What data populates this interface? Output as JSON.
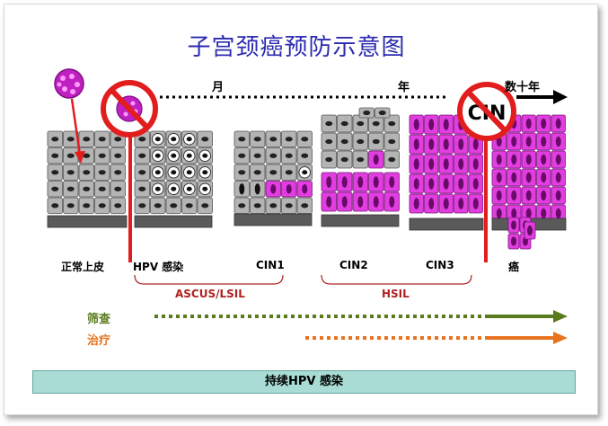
{
  "title": "子宫颈癌预防示意图",
  "timeline": {
    "month": "月",
    "year": "年",
    "decades": "数十年"
  },
  "stages": {
    "normal": "正常上皮",
    "hpv": "HPV 感染",
    "cin1": "CIN1",
    "cin2": "CIN2",
    "cin3": "CIN3",
    "cancer": "癌"
  },
  "groups": {
    "ascus": "ASCUS/LSIL",
    "hsil": "HSIL"
  },
  "screening": {
    "label": "筛查",
    "color": "#5a7a1e"
  },
  "treatment": {
    "label": "治疗",
    "color": "#e8731e"
  },
  "banner": "持续HPV 感染",
  "stop_sign_text": "CIN",
  "colors": {
    "title": "#2b2bb0",
    "bracket": "#b02020",
    "cell_gray": "#b4b4b4",
    "cell_magenta": "#e13ee0",
    "stop_red": "#e11d1d"
  }
}
